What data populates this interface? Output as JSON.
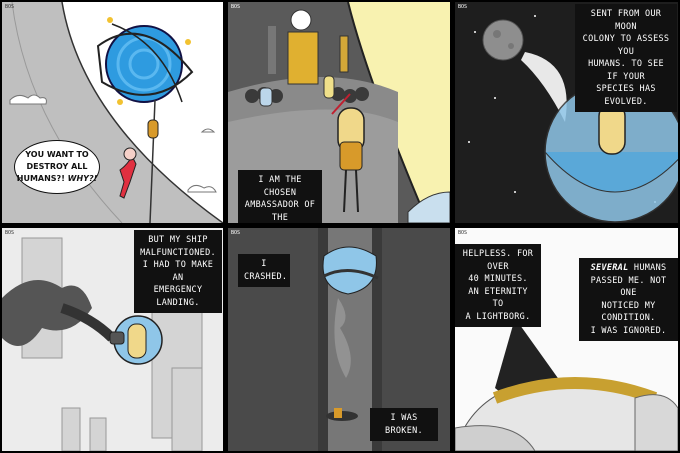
{
  "signature": "BOS",
  "panels": [
    {
      "id": 1,
      "bubble_text": "YOU WANT TO\nDESTROY ALL\nHUMANS?! ",
      "bubble_emph": "WHY?!"
    },
    {
      "id": 2,
      "caption": "I AM THE CHOSEN\nAMBASSADOR OF THE\nLIGHTBORGS."
    },
    {
      "id": 3,
      "caption": "SENT FROM OUR MOON\nCOLONY TO ASSESS YOU\nHUMANS. TO SEE IF YOUR\nSPECIES HAS EVOLVED."
    },
    {
      "id": 4,
      "caption": "BUT MY SHIP\nMALFUNCTIONED.\nI HAD TO MAKE AN\nEMERGENCY LANDING."
    },
    {
      "id": 5,
      "caption_top": "I CRASHED.",
      "caption_bottom": "I WAS BROKEN."
    },
    {
      "id": 6,
      "caption_left": "HELPLESS. FOR OVER\n40 MINUTES.\nAN ETERNITY TO\nA LIGHTBORG.",
      "caption_right_emph": "SEVERAL",
      "caption_right": " HUMANS\nPASSED ME. NOT ONE\nNOTICED MY CONDITION.\nI WAS IGNORED."
    }
  ]
}
